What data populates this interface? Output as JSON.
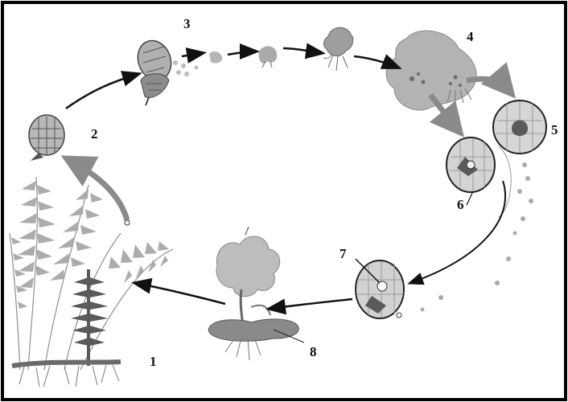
{
  "diagram": {
    "stage_labels": [
      {
        "id": "stage-1",
        "text": "1"
      },
      {
        "id": "stage-2",
        "text": "2"
      },
      {
        "id": "stage-3",
        "text": "3"
      },
      {
        "id": "stage-4",
        "text": "4"
      },
      {
        "id": "stage-5",
        "text": "5"
      },
      {
        "id": "stage-6",
        "text": "6"
      },
      {
        "id": "stage-7",
        "text": "7"
      },
      {
        "id": "stage-8",
        "text": "8"
      }
    ],
    "colors": {
      "border": "#000000",
      "arrow": "#111111",
      "thick_arrow": "#8a8a8a",
      "plant": "#9a9a9a",
      "dark": "#4a4a4a"
    }
  }
}
